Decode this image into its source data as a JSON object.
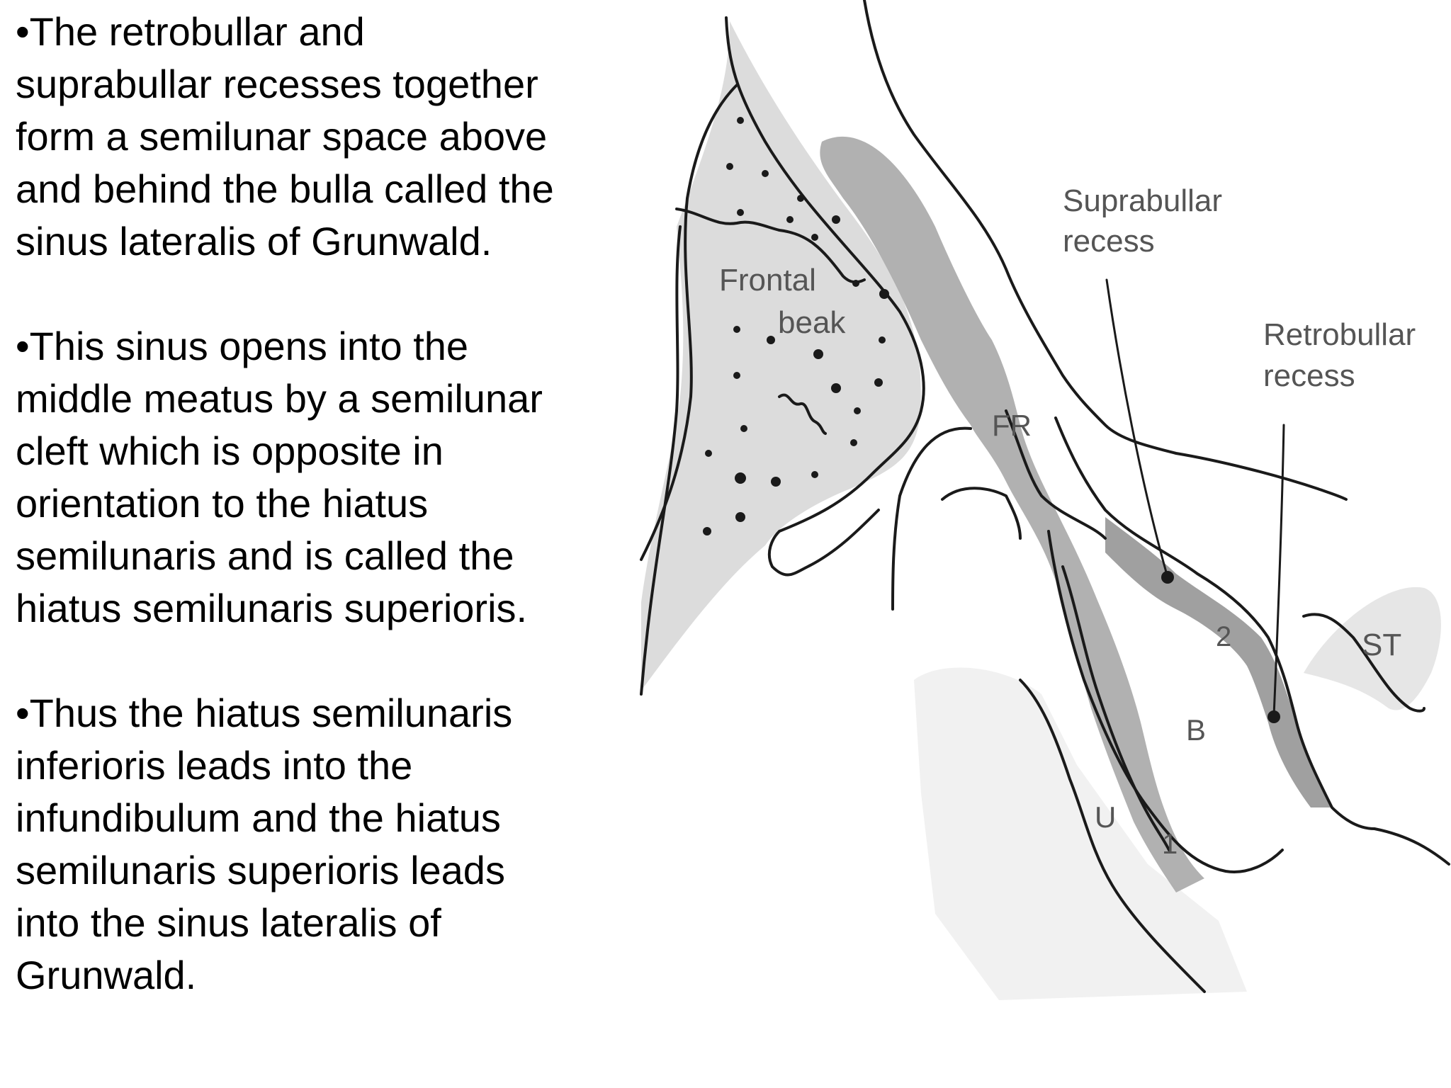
{
  "bullets": [
    "•The retrobullar and\nsuprabullar recesses together\nform a semilunar space above\nand behind the bulla called the\nsinus lateralis of Grunwald.",
    "•This sinus opens into the\nmiddle meatus by a semilunar\ncleft which is opposite in\norientation to the hiatus\nsemilunaris and is called the\nhiatus semilunaris superioris.",
    "•Thus the hiatus semilunaris\ninferioris leads into the\ninfundibulum and the hiatus\nsemilunaris superioris leads\ninto the sinus lateralis of\nGrunwald."
  ],
  "diagram": {
    "labels": {
      "frontal": "Frontal",
      "beak": "beak",
      "fr": "FR",
      "suprabullar_1": "Suprabullar",
      "suprabullar_2": "recess",
      "retrobullar_1": "Retrobullar",
      "retrobullar_2": "recess",
      "st": "ST",
      "two": "2",
      "b": "B",
      "u": "U",
      "one": "1"
    },
    "colors": {
      "line": "#1a1a1a",
      "bone_fill": "#dcdcdc",
      "dark_shade": "#a9a9a9",
      "light_shade": "#ececec"
    }
  }
}
